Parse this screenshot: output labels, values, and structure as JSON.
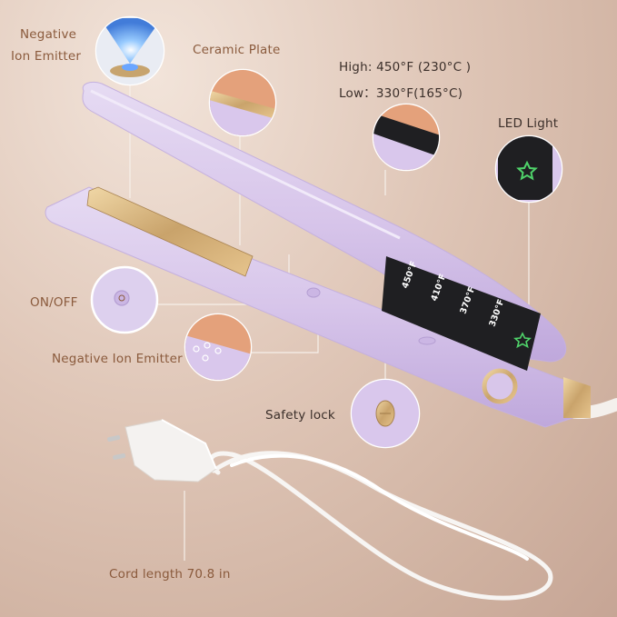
{
  "labels": {
    "neg_ion_top_line1": "Negative",
    "neg_ion_top_line2": "Ion Emitter",
    "ceramic_plate": "Ceramic Plate",
    "temp_high": "High: 450°F (230°C )",
    "temp_low": "Low：330°F(165°C)",
    "led_light": "LED Light",
    "on_off": "ON/OFF",
    "neg_ion_bottom": "Negative Ion Emitter",
    "safety_lock": "Safety lock",
    "cord_length": "Cord length 70.8 in"
  },
  "display": {
    "temps": [
      "450°F",
      "410°F",
      "370°F",
      "330°F"
    ]
  },
  "colors": {
    "body": "#d8c6ea",
    "gold": "#c9a36b",
    "display": "#1f1f22",
    "led": "#4fd26a",
    "label_brown": "#8a5a3c",
    "label_dark": "#3b2f2a"
  }
}
